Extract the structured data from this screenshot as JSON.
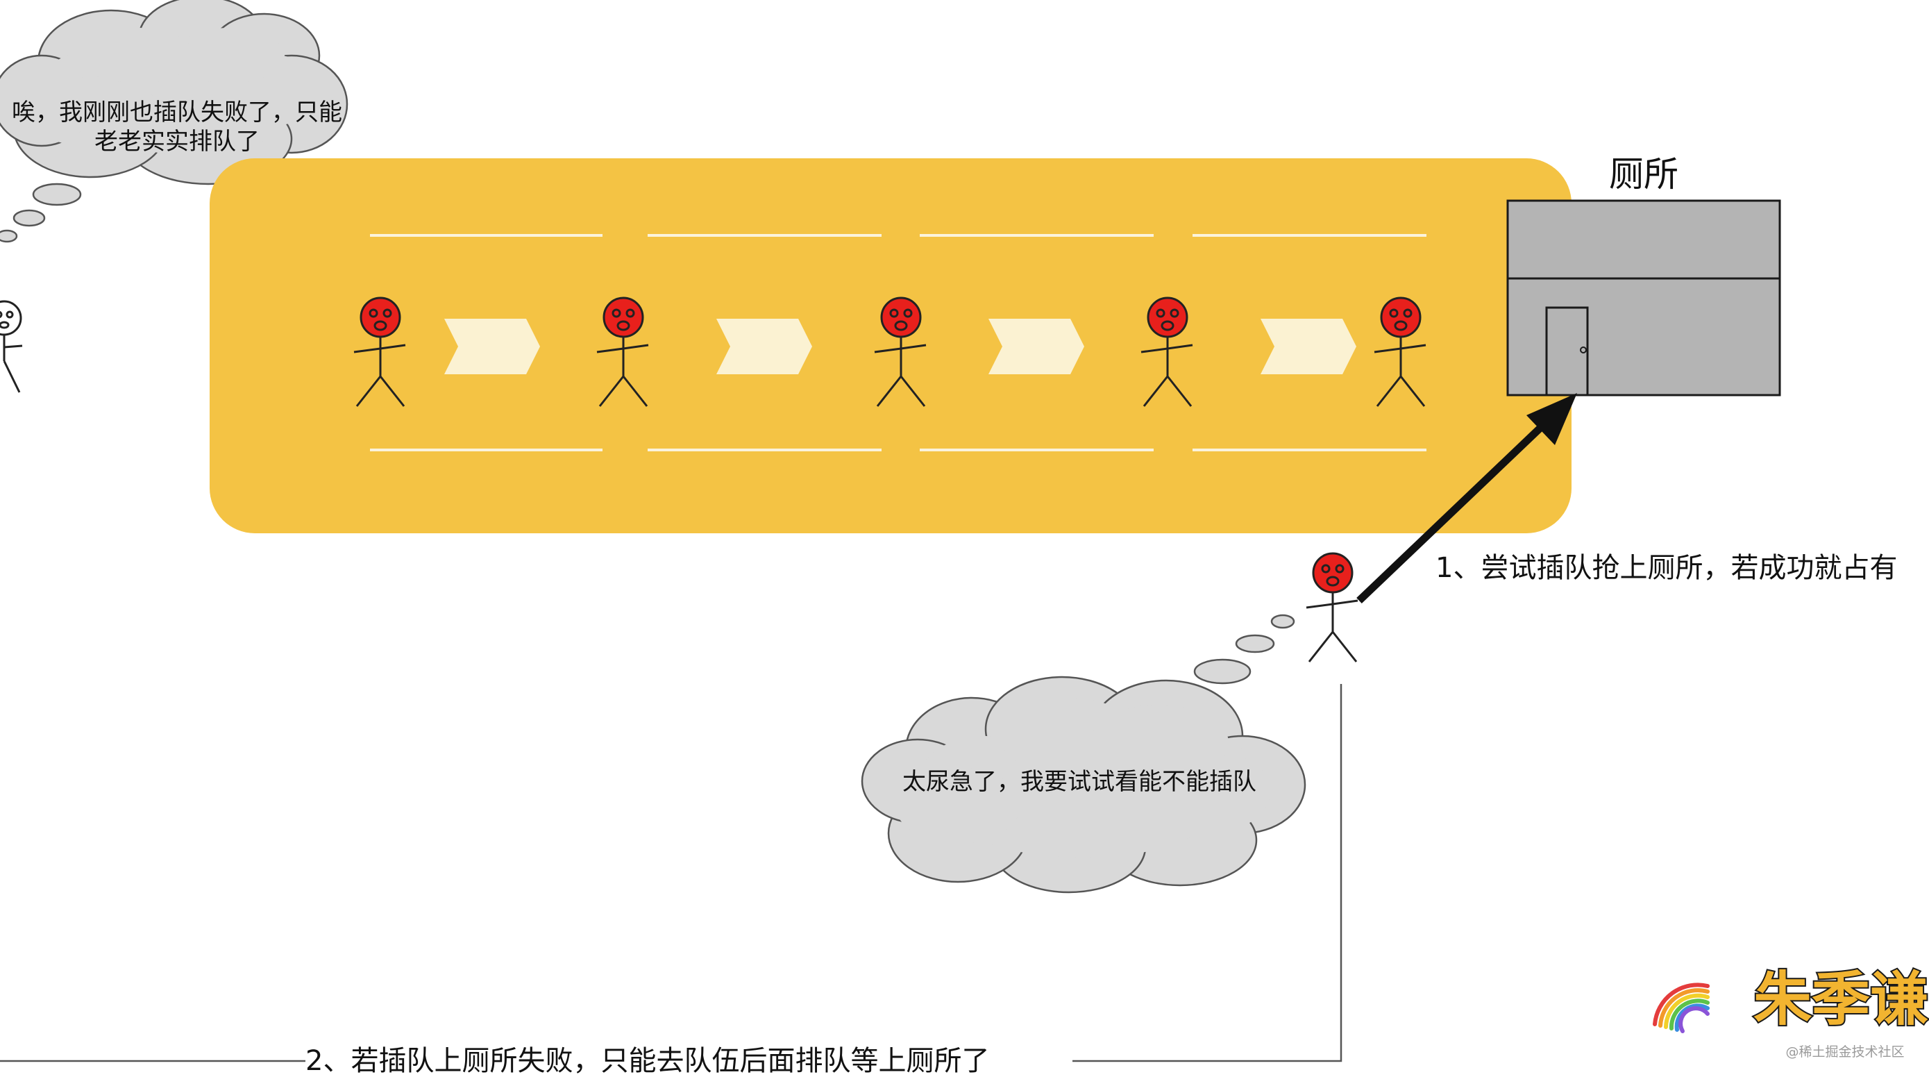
{
  "toilet": {
    "label": "厕所"
  },
  "clouds": {
    "top_left": {
      "line1": "唉，我刚刚也插队失败了，只能",
      "line2": "老老实实排队了"
    },
    "bottom": {
      "text": "太尿急了，我要试试看能不能插队"
    }
  },
  "notes": {
    "attempt": "1、尝试插队抢上厕所，若成功就占有",
    "fail": "2、若插队上厕所失败，只能去队伍后面排队等上厕所了"
  },
  "brand": {
    "name": "朱季谦",
    "watermark": "@稀土掘金技术社区"
  },
  "colors": {
    "queue_band": "#f4c344",
    "lane_line": "#fbf3dc",
    "arrow_fill": "#fbf2d2",
    "person_head": "#e8201c",
    "toilet_gray": "#b4b4b4",
    "cloud_gray": "#d9d9d9"
  }
}
